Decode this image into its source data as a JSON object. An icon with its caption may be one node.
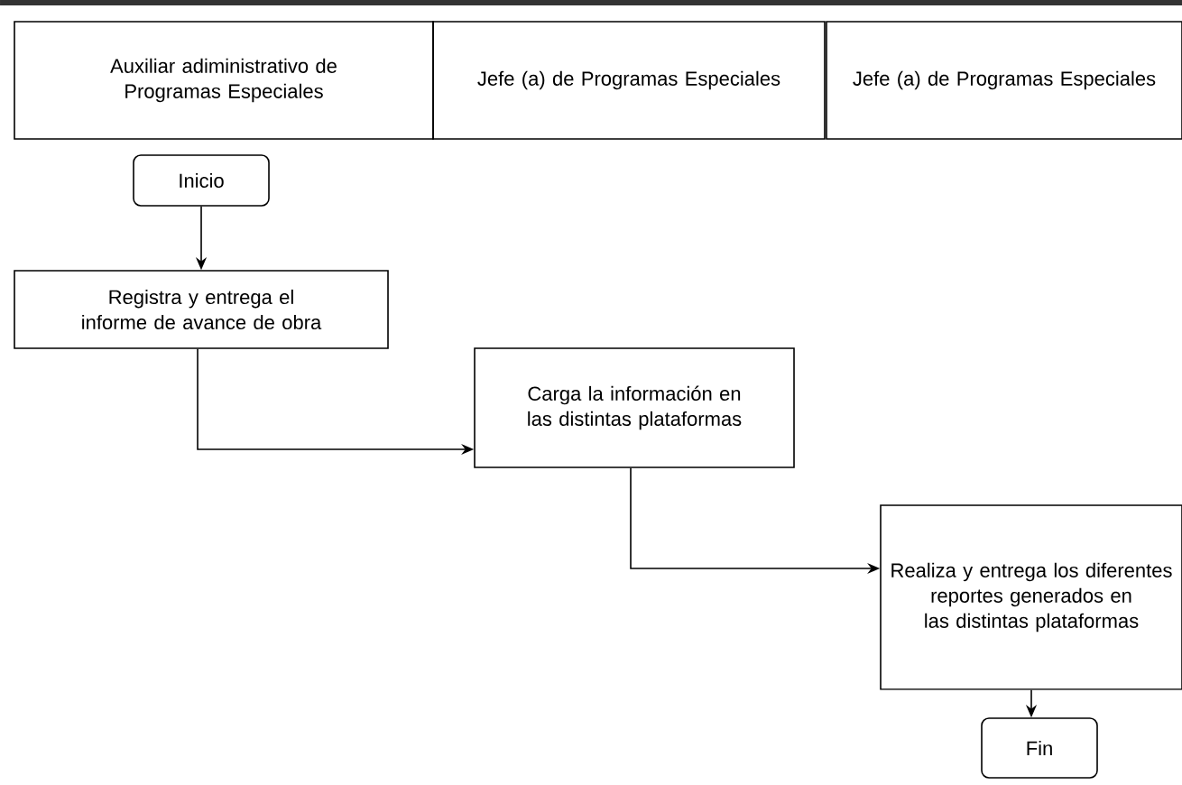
{
  "diagram": {
    "nodes": [
      {
        "text": [
          "Auxiliar adiministrativo de Programas Especiales"
        ]
      },
      {
        "text": [
          "Jefe (a) de Programas Especiales"
        ]
      },
      {
        "text": [
          "Jefe (a) de Programas Especiales"
        ]
      },
      {
        "text": [
          "Inicio"
        ]
      },
      {
        "text": [
          "Registra y entrega el informe de avance de obra"
        ]
      },
      {
        "text": [
          "Carga la información en las distintas plataformas"
        ]
      },
      {
        "text": [
          "Realiza y entrega los diferentes reportes generados en las distintas plataformas"
        ]
      },
      {
        "text": [
          "Fin"
        ]
      }
    ],
    "edges": [
      {
        "from": 3,
        "to": 4,
        "arrow": "to"
      },
      {
        "from": 4,
        "to": 5,
        "arrow": "to"
      },
      {
        "from": 5,
        "to": 6,
        "arrow": "to"
      },
      {
        "from": 6,
        "to": 7,
        "arrow": "to"
      }
    ]
  }
}
